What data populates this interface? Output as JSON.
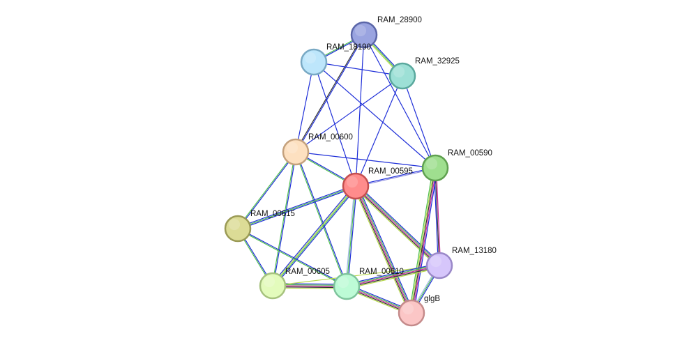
{
  "network": {
    "nodes": [
      {
        "id": "RAM_28900",
        "label": "RAM_28900",
        "color": "#9aa4e0",
        "stroke": "#5b66a8"
      },
      {
        "id": "RAM_18190",
        "label": "RAM_18190",
        "color": "#bde6fb",
        "stroke": "#79a9c4"
      },
      {
        "id": "RAM_32925",
        "label": "RAM_32925",
        "color": "#9de0d6",
        "stroke": "#5aa89d"
      },
      {
        "id": "RAM_00600",
        "label": "RAM_00600",
        "color": "#fde0c0",
        "stroke": "#c4a17d"
      },
      {
        "id": "RAM_00590",
        "label": "RAM_00590",
        "color": "#9fdf8f",
        "stroke": "#5fa04f"
      },
      {
        "id": "RAM_00595",
        "label": "RAM_00595",
        "color": "#ff8c8c",
        "stroke": "#c44f4f"
      },
      {
        "id": "RAM_00615",
        "label": "RAM_00615",
        "color": "#dcdc96",
        "stroke": "#9a9a55"
      },
      {
        "id": "RAM_13180",
        "label": "RAM_13180",
        "color": "#d6c6fb",
        "stroke": "#9a88c8"
      },
      {
        "id": "RAM_00605",
        "label": "RAM_00605",
        "color": "#e3fbbc",
        "stroke": "#a6c27e"
      },
      {
        "id": "RAM_00610",
        "label": "RAM_00610",
        "color": "#bdfbd6",
        "stroke": "#7ec49c"
      },
      {
        "id": "glgB",
        "label": "glgB",
        "color": "#fbc6c6",
        "stroke": "#c48a8a"
      }
    ],
    "edges": [
      {
        "source": "RAM_28900",
        "target": "RAM_18190",
        "colors": [
          "#1f2fd8",
          "#4fbf4f"
        ]
      },
      {
        "source": "RAM_28900",
        "target": "RAM_32925",
        "colors": [
          "#1f2fd8",
          "#4fbf4f",
          "#b7d94a"
        ]
      },
      {
        "source": "RAM_28900",
        "target": "RAM_00600",
        "colors": [
          "#1f2fd8",
          "#333333"
        ]
      },
      {
        "source": "RAM_28900",
        "target": "RAM_00595",
        "colors": [
          "#1f2fd8"
        ]
      },
      {
        "source": "RAM_28900",
        "target": "RAM_00590",
        "colors": [
          "#1f2fd8"
        ]
      },
      {
        "source": "RAM_18190",
        "target": "RAM_32925",
        "colors": [
          "#1f2fd8"
        ]
      },
      {
        "source": "RAM_18190",
        "target": "RAM_00600",
        "colors": [
          "#1f2fd8"
        ]
      },
      {
        "source": "RAM_18190",
        "target": "RAM_00595",
        "colors": [
          "#1f2fd8"
        ]
      },
      {
        "source": "RAM_18190",
        "target": "RAM_00590",
        "colors": [
          "#1f2fd8"
        ]
      },
      {
        "source": "RAM_32925",
        "target": "RAM_00600",
        "colors": [
          "#1f2fd8"
        ]
      },
      {
        "source": "RAM_32925",
        "target": "RAM_00595",
        "colors": [
          "#1f2fd8"
        ]
      },
      {
        "source": "RAM_32925",
        "target": "RAM_00590",
        "colors": [
          "#1f2fd8"
        ]
      },
      {
        "source": "RAM_00600",
        "target": "RAM_00595",
        "colors": [
          "#1f2fd8",
          "#4fbf4f"
        ]
      },
      {
        "source": "RAM_00600",
        "target": "RAM_00590",
        "colors": [
          "#1f2fd8"
        ]
      },
      {
        "source": "RAM_00600",
        "target": "RAM_00615",
        "colors": [
          "#1f2fd8",
          "#4fbf4f"
        ]
      },
      {
        "source": "RAM_00600",
        "target": "RAM_00605",
        "colors": [
          "#1f2fd8",
          "#4fbf4f"
        ]
      },
      {
        "source": "RAM_00600",
        "target": "RAM_00610",
        "colors": [
          "#1f2fd8",
          "#4fbf4f"
        ]
      },
      {
        "source": "RAM_00595",
        "target": "RAM_00590",
        "colors": [
          "#1f2fd8",
          "#8f8fe0"
        ]
      },
      {
        "source": "RAM_00595",
        "target": "RAM_00615",
        "colors": [
          "#1f2fd8",
          "#4fbf4f",
          "#1f2fd8"
        ]
      },
      {
        "source": "RAM_00595",
        "target": "RAM_00605",
        "colors": [
          "#1f2fd8",
          "#4fbf4f",
          "#b7d94a",
          "#1f2fd8"
        ]
      },
      {
        "source": "RAM_00595",
        "target": "RAM_00610",
        "colors": [
          "#1f2fd8",
          "#4fbf4f",
          "#9fb8e8"
        ]
      },
      {
        "source": "RAM_00595",
        "target": "RAM_13180",
        "colors": [
          "#1f2fd8",
          "#4fbf4f",
          "#d12a9f",
          "#333333",
          "#b7d94a"
        ]
      },
      {
        "source": "RAM_00595",
        "target": "glgB",
        "colors": [
          "#1f2fd8",
          "#4fbf4f",
          "#d12a9f",
          "#333333",
          "#b7d94a"
        ]
      },
      {
        "source": "RAM_00590",
        "target": "RAM_13180",
        "colors": [
          "#d12a9f",
          "#333333",
          "#1f2fd8"
        ]
      },
      {
        "source": "RAM_00590",
        "target": "glgB",
        "colors": [
          "#1f2fd8",
          "#d12a9f",
          "#333333",
          "#b7d94a",
          "#4fbf4f"
        ]
      },
      {
        "source": "RAM_00615",
        "target": "RAM_00605",
        "colors": [
          "#1f2fd8",
          "#4fbf4f"
        ]
      },
      {
        "source": "RAM_00615",
        "target": "RAM_00610",
        "colors": [
          "#1f2fd8",
          "#4fbf4f"
        ]
      },
      {
        "source": "RAM_00605",
        "target": "RAM_00610",
        "colors": [
          "#1f2fd8",
          "#4fbf4f",
          "#d12a9f",
          "#333333",
          "#b7d94a"
        ]
      },
      {
        "source": "RAM_00605",
        "target": "RAM_13180",
        "colors": [
          "#b7d94a"
        ]
      },
      {
        "source": "RAM_00610",
        "target": "RAM_13180",
        "colors": [
          "#1f2fd8",
          "#4fbf4f",
          "#d12a9f",
          "#333333",
          "#b7d94a"
        ]
      },
      {
        "source": "RAM_00610",
        "target": "glgB",
        "colors": [
          "#1f2fd8",
          "#4fbf4f",
          "#d12a9f",
          "#333333",
          "#b7d94a"
        ]
      },
      {
        "source": "RAM_13180",
        "target": "glgB",
        "colors": [
          "#1f2fd8",
          "#4fbf4f",
          "#9fb8e8"
        ]
      }
    ]
  }
}
